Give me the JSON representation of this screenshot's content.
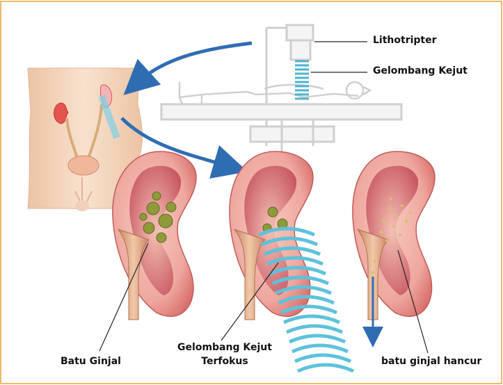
{
  "labels": {
    "lithotripter": "Lithotripter",
    "gelombang_kejut": "Gelombang Kejut",
    "batu_ginjal": "Batu Ginjal",
    "focused_line1": "Gelombang Kejut",
    "focused_line2": "Terfokus",
    "batu_hancur": "batu ginjal hancur"
  },
  "colors": {
    "frame_border": "#e8a23a",
    "arrow_blue": "#2f6db3",
    "wave_cyan": "#5cc2dc",
    "kidney_outer": "#e99a93",
    "kidney_inner": "#b83a55",
    "stone": "#8f9a3a",
    "skin": "#f6dcc6",
    "machine_gray": "#d5d5d5"
  }
}
